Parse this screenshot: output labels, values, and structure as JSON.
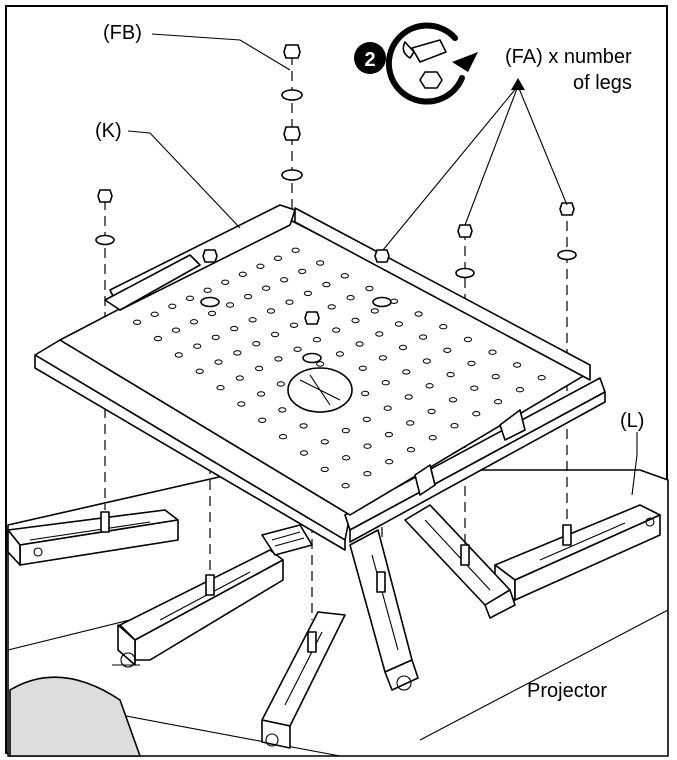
{
  "labels": {
    "fb": "(FB)",
    "k": "(K)",
    "fa_line1": "(FA) x number",
    "fa_line2": "of legs",
    "l": "(L)",
    "projector": "Projector"
  },
  "step": {
    "number": "2"
  },
  "icons": {
    "step_badge": "numbered-circle-icon",
    "tool": "wrench-rotate-icon"
  }
}
